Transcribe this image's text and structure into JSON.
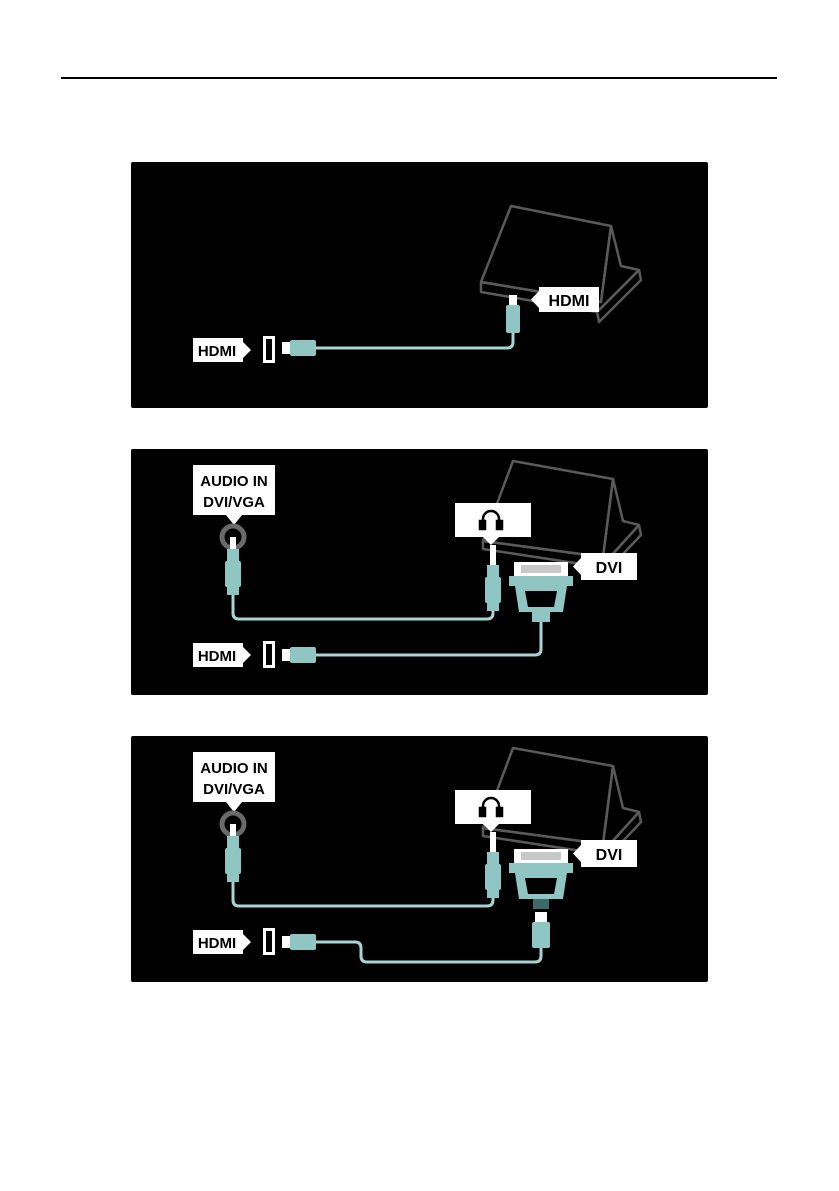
{
  "panels": [
    {
      "name": "hdmi-to-hdmi",
      "labels": {
        "tv_port": "HDMI",
        "pc_port": "HDMI"
      }
    },
    {
      "name": "dvi-to-hdmi-with-audio",
      "labels": {
        "audio_in_line1": "AUDIO IN",
        "audio_in_line2": "DVI/VGA",
        "pc_port": "DVI",
        "tv_port": "HDMI"
      }
    },
    {
      "name": "dvi-adapter-to-hdmi-with-audio",
      "labels": {
        "audio_in_line1": "AUDIO IN",
        "audio_in_line2": "DVI/VGA",
        "pc_port": "DVI",
        "tv_port": "HDMI"
      }
    }
  ],
  "colors": {
    "background": "#000000",
    "cable": "#a8d4d2",
    "connector": "#8fc6c3",
    "outline": "#5a5a5a",
    "label_bg": "#ffffff"
  },
  "icons": [
    "laptop-icon",
    "headphones-icon",
    "hdmi-port-icon",
    "audio-jack-icon",
    "dvi-connector-icon"
  ]
}
